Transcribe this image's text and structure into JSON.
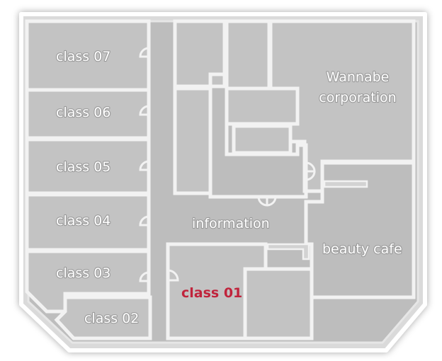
{
  "map": {
    "highlight_color": "#c0243c",
    "wall_color": "#dcdcdc",
    "floor_color": "#bfbfbf"
  },
  "rooms": {
    "class07": "class 07",
    "class06": "class 06",
    "class05": "class 05",
    "class04": "class 04",
    "class03": "class 03",
    "class02": "class 02",
    "class01": "class 01",
    "wannabe_line1": "Wannabe",
    "wannabe_line2": "corporation",
    "information": "information",
    "beauty_cafe": "beauty cafe"
  }
}
